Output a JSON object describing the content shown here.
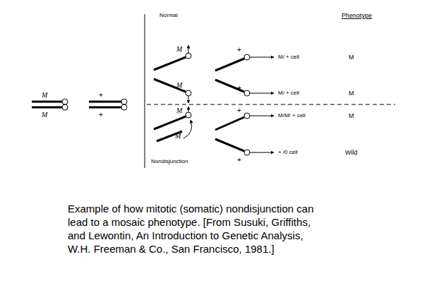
{
  "diagram": {
    "caption": "Example of how mitotic (somatic) nondisjunction can lead to a mosaic phenotype. [From Susuki, Griffiths, and Lewontin, An Introduction to Genetic Analysis, W.H. Freeman & Co., San Francisco, 1981.]",
    "labels": [
      "M",
      "M",
      "+",
      "+",
      "Normal",
      "Phenotype",
      "M",
      "+",
      "M/ + cell",
      "M",
      "M",
      "+",
      "M/ + cell",
      "M",
      "M",
      "+",
      "M/M/ + cell",
      "M",
      "M",
      "+",
      "+ /0 cell",
      "Wild",
      "Nondisjunction"
    ]
  }
}
